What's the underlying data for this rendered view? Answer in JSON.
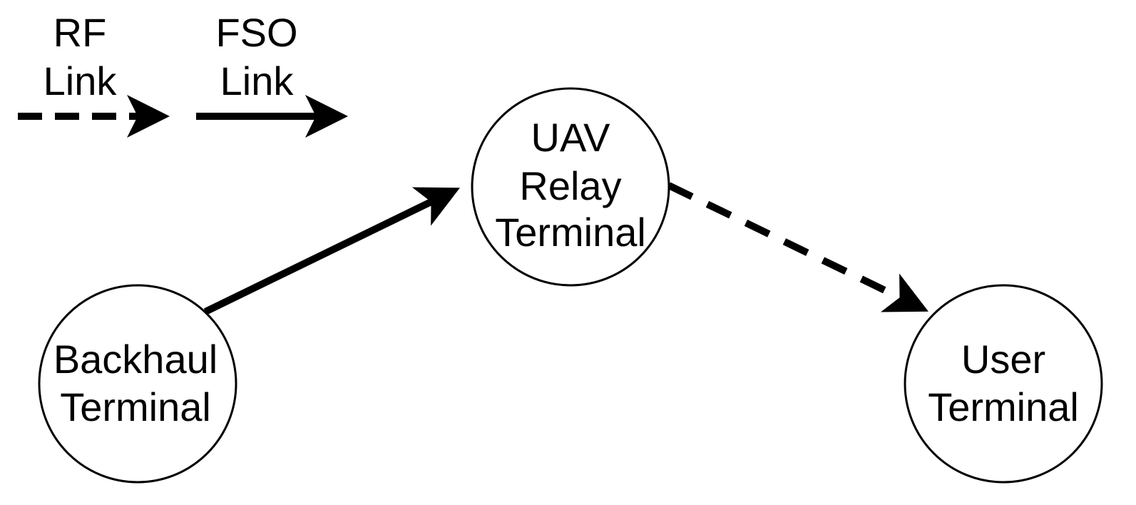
{
  "legend": {
    "rf": {
      "line1": "RF",
      "line2": "Link",
      "style": "dashed"
    },
    "fso": {
      "line1": "FSO",
      "line2": "Link",
      "style": "solid"
    }
  },
  "nodes": {
    "uav": {
      "line1": "UAV",
      "line2": "Relay",
      "line3": "Terminal"
    },
    "backhaul": {
      "line1": "Backhaul",
      "line2": "Terminal"
    },
    "user": {
      "line1": "User",
      "line2": "Terminal"
    }
  },
  "edges": [
    {
      "from": "backhaul",
      "to": "uav",
      "type": "FSO",
      "style": "solid"
    },
    {
      "from": "uav",
      "to": "user",
      "type": "RF",
      "style": "dashed"
    }
  ],
  "colors": {
    "line": "#000000",
    "background": "#ffffff"
  }
}
